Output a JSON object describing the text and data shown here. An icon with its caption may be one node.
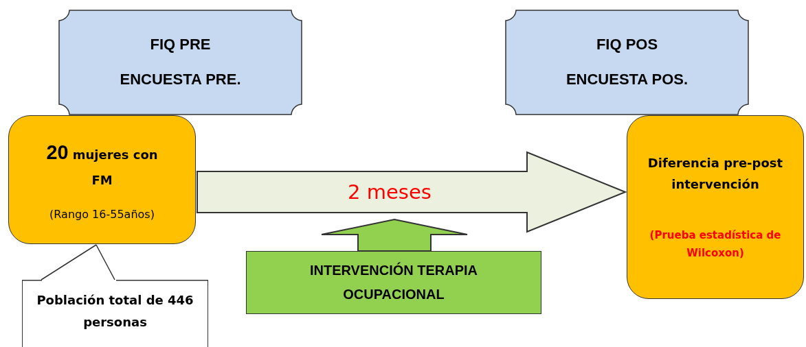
{
  "diagram": {
    "nodes": [
      {
        "text": [
          "FIQ PRE",
          "ENCUESTA PRE."
        ]
      },
      {
        "text": [
          "FIQ POS",
          "ENCUESTA POS."
        ]
      },
      {
        "text": [
          "**20** mujeres con FM",
          "(Rango 16-55años)"
        ]
      },
      {
        "text": [
          "Diferencia pre-post intervención",
          "(Prueba estadística de Wilcoxon)"
        ]
      },
      {
        "text": [
          "INTERVENCIÓN  TERAPIA OCUPACIONAL"
        ]
      },
      {
        "text": [
          "Población total de 446 personas"
        ]
      }
    ],
    "edges": [
      {
        "from": 2,
        "to": 3,
        "arrow": "to",
        "style": "thick",
        "label": "2 meses"
      },
      {
        "from": 4,
        "to": null,
        "arrow": "to",
        "style": "thick",
        "color": "#92d050"
      },
      {
        "from": 5,
        "to": 2,
        "arrow": "none"
      }
    ]
  }
}
